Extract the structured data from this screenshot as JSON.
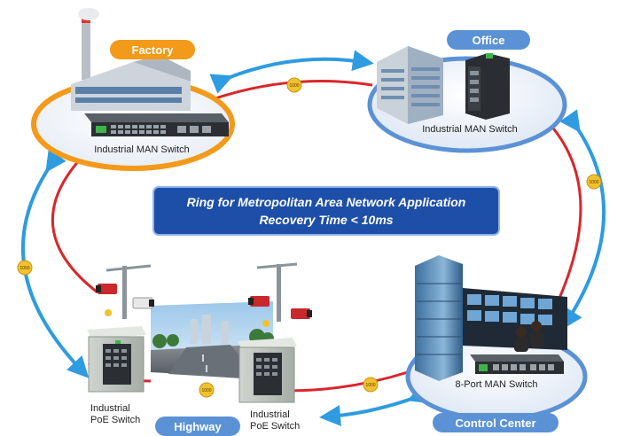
{
  "title": {
    "line1": "Ring for Metropolitan Area Network Application",
    "line2": "Recovery Time < 10ms"
  },
  "nodes": {
    "factory": {
      "tag": "Factory",
      "device": "Industrial MAN Switch"
    },
    "office": {
      "tag": "Office",
      "device": "Industrial MAN Switch"
    },
    "control": {
      "tag": "Control Center",
      "device": "8-Port MAN Switch"
    },
    "highway": {
      "tag": "Highway",
      "left_device_line1": "Industrial",
      "left_device_line2": "PoE Switch",
      "right_device_line1": "Industrial",
      "right_device_line2": "PoE Switch"
    }
  },
  "link_speed": "1000",
  "colors": {
    "ring": "#d9262b",
    "arrow": "#2f9be0",
    "badge": "#f2c12e",
    "title_bg": "#1e4fa8",
    "factory_accent": "#f39a1a",
    "other_accent": "#5b92d6"
  },
  "icons": [
    "factory-building-icon",
    "office-building-icon",
    "control-tower-icon",
    "rack-switch-icon",
    "din-rail-switch-icon",
    "poe-switch-icon",
    "ip-camera-icon",
    "monitor-wall-icon",
    "operator-icon"
  ]
}
